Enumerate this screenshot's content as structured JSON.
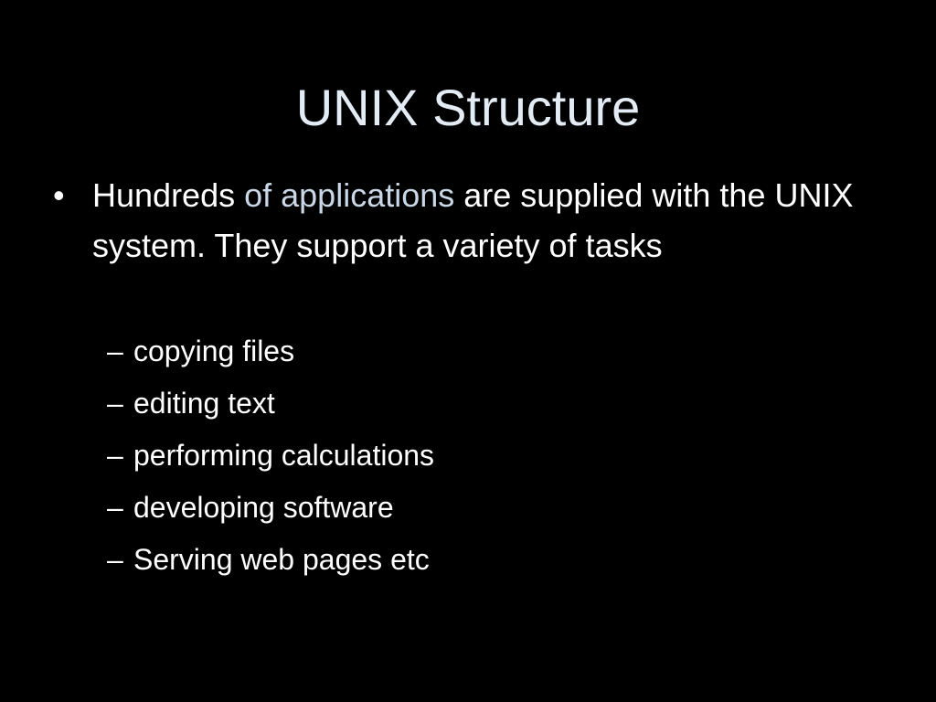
{
  "slide": {
    "title": "UNIX Structure",
    "bullet": {
      "marker": "•",
      "text_before": "Hundreds ",
      "text_highlight": "of applications",
      "text_after": " are supplied with the UNIX system.  They support a variety of tasks"
    },
    "sub_marker": "–",
    "sub_items": [
      "copying files",
      "editing text",
      "performing calculations",
      "developing software",
      "Serving web pages etc"
    ]
  },
  "colors": {
    "background": "#000000",
    "title": "#e3ecf5",
    "text": "#ffffff",
    "highlight": "#c9d7e6"
  }
}
